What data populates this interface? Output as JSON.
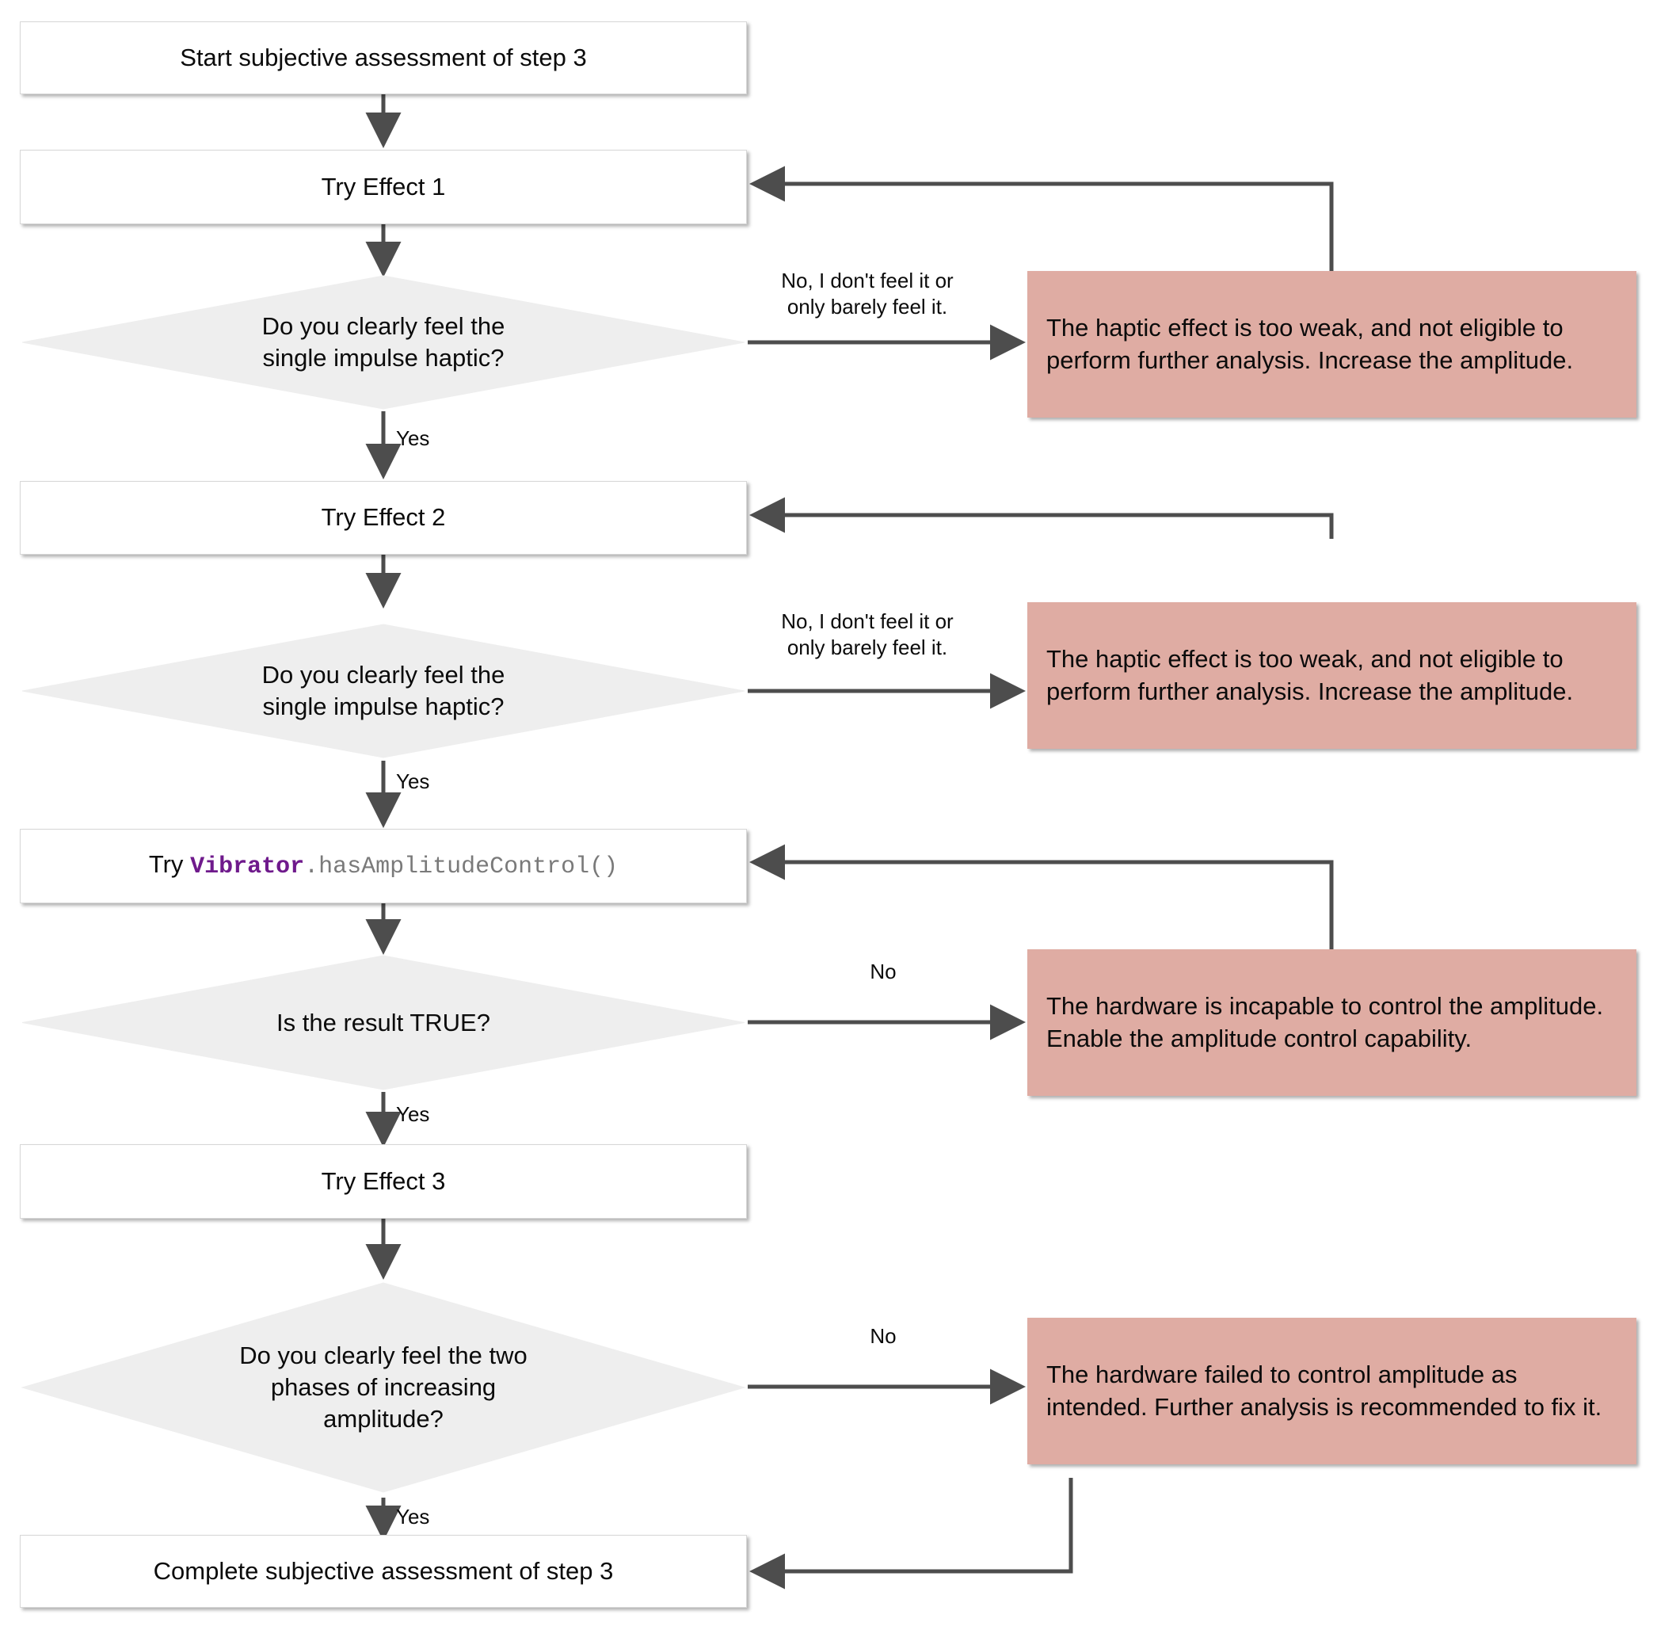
{
  "diagram": {
    "title": "Subjective assessment of step 3 flowchart",
    "colors": {
      "note_fill": "#dfaca3",
      "diamond_fill": "#eeeeee",
      "box_fill": "#ffffff",
      "edge_stroke": "#4d4d4d",
      "code_class_color": "#6f1a8c",
      "code_method_color": "#7a7a7a"
    },
    "nodes": {
      "start": "Start subjective assessment of step 3",
      "try_effect_1": "Try Effect 1",
      "decision_1": "Do you clearly feel the\nsingle impulse haptic?",
      "note_1": "The haptic effect is too weak, and not eligible to perform further analysis. Increase the amplitude.",
      "try_effect_2": "Try Effect 2",
      "decision_2": "Do you clearly feel the\nsingle impulse haptic?",
      "note_2": "The haptic effect is too weak, and not eligible to perform further analysis. Increase the amplitude.",
      "try_has_amplitude_control_try": "Try ",
      "try_has_amplitude_control_class": "Vibrator",
      "try_has_amplitude_control_method": ".hasAmplitudeControl()",
      "decision_3": "Is the result TRUE?",
      "note_3": "The hardware is incapable to control the amplitude. Enable the amplitude control capability.",
      "try_effect_3": "Try Effect 3",
      "decision_4": "Do you clearly feel the two\nphases of increasing\namplitude?",
      "note_4": "The hardware failed to control amplitude as intended. Further analysis is recommended to fix it.",
      "complete": "Complete subjective assessment of step 3"
    },
    "edge_labels": {
      "no_feel_1": "No, I don't feel it or\nonly barely feel it.",
      "yes_1": "Yes",
      "no_feel_2": "No, I don't feel it or\nonly barely feel it.",
      "yes_2": "Yes",
      "no_3": "No",
      "yes_3": "Yes",
      "no_4": "No",
      "yes_4": "Yes"
    }
  }
}
